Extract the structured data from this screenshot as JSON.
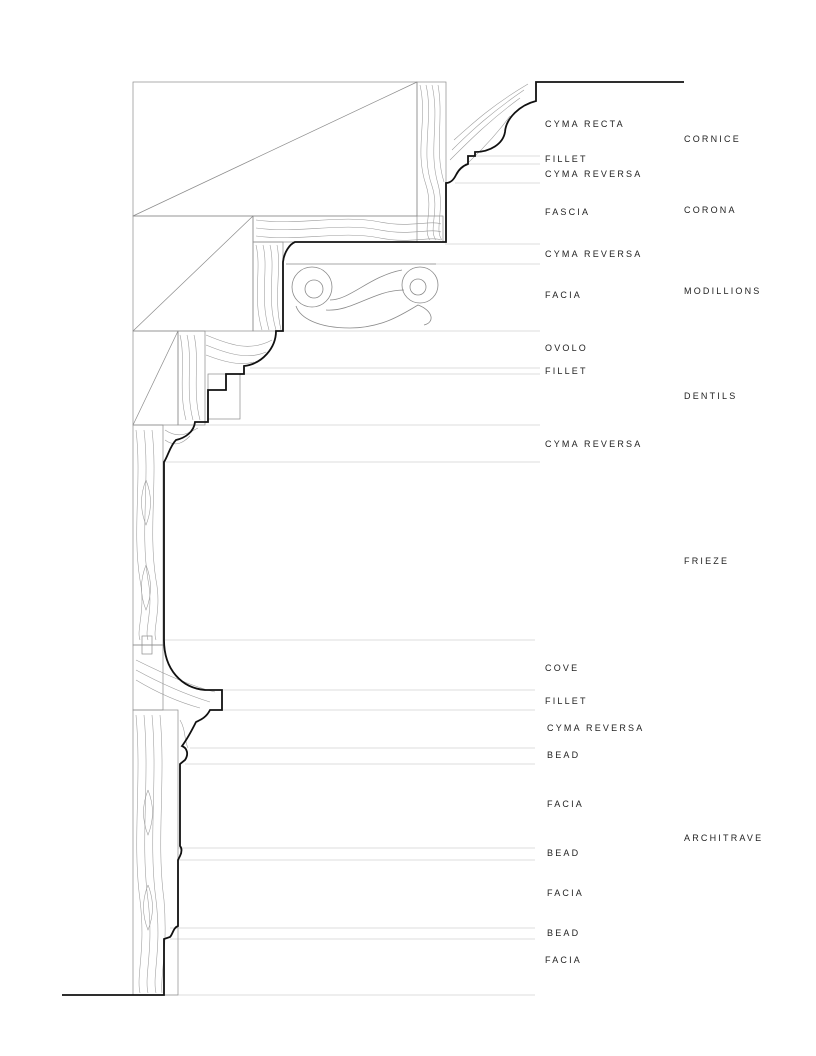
{
  "section_labels": [
    "CORNICE",
    "CORONA",
    "MODILLIONS",
    "DENTILS",
    "FRIEZE",
    "ARCHITRAVE"
  ],
  "molding_labels": [
    "CYMA RECTA",
    "FILLET",
    "CYMA REVERSA",
    "FASCIA",
    "CYMA REVERSA",
    "FACIA",
    "OVOLO",
    "FILLET",
    "CYMA REVERSA",
    "COVE",
    "FILLET",
    "CYMA REVERSA",
    "BEAD",
    "FACIA",
    "BEAD",
    "FACIA",
    "BEAD",
    "FACIA"
  ],
  "colors": {
    "profile": "#111111",
    "guide": "#d2d2d2",
    "grain": "#9a9a9a",
    "text": "#222222"
  }
}
